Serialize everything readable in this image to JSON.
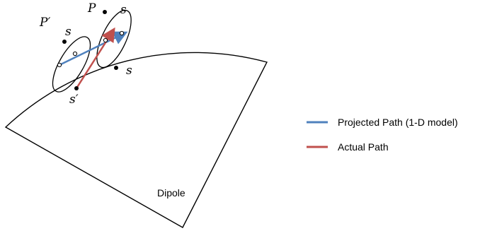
{
  "labels": {
    "p_prime": "P′",
    "p": "P",
    "s_left": "s",
    "s_top": "s",
    "s_right": "s",
    "s_prime": "s′",
    "dipole": "Dipole"
  },
  "legend": {
    "items": [
      {
        "label": "Projected Path (1-D model)",
        "color": "#4f81bd"
      },
      {
        "label": "Actual Path",
        "color": "#c0504d"
      }
    ]
  },
  "colors": {
    "outline": "#000000",
    "projected": "#4f81bd",
    "actual": "#c0504d"
  }
}
